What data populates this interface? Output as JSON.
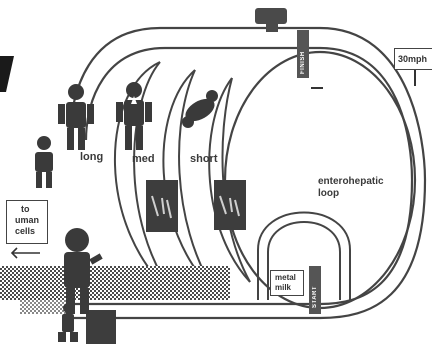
{
  "diagram": {
    "tracks": {
      "long": "long",
      "med": "med",
      "short": "short"
    },
    "loop": {
      "line1": "enterohepatic",
      "line2": "loop"
    },
    "finish_label": "FINISH",
    "start_label": "START",
    "speed_sign": "30mph",
    "direction_sign": {
      "line1": "to",
      "line2": "uman",
      "line3": "cells"
    },
    "box_sign": {
      "line1": "metal",
      "line2": "milk"
    }
  }
}
